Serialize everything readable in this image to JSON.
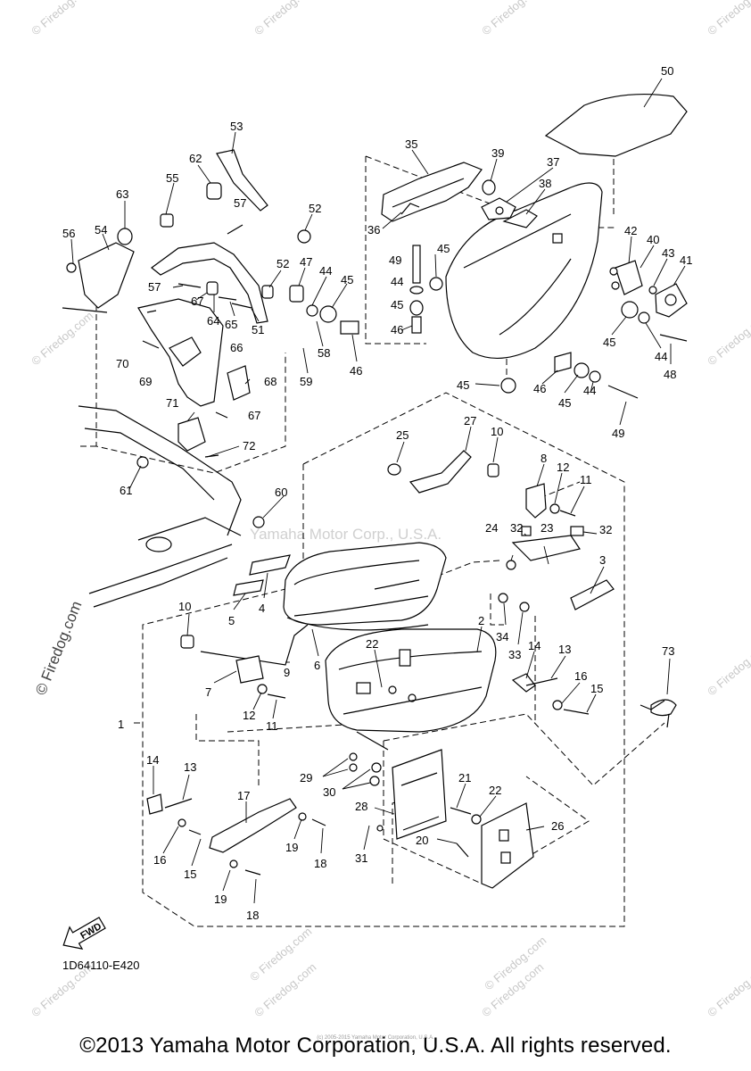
{
  "diagram": {
    "code": "1D64110-E420",
    "fwd_label": "FWD",
    "copyright": "©2013 Yamaha Motor Corporation, U.S.A. All rights reserved.",
    "tiny_credit": "(c) 2005-2015 Yamaha Motor Corporation, U.S.A.",
    "watermark_center": "Yamaha Motor Corp., U.S.A.",
    "watermark_side": "© Firedog.com",
    "watermark_small": "© Firedog.com",
    "callouts": [
      {
        "id": "c50",
        "label": "50"
      },
      {
        "id": "c53",
        "label": "53"
      },
      {
        "id": "c35",
        "label": "35"
      },
      {
        "id": "c39",
        "label": "39"
      },
      {
        "id": "c37",
        "label": "37"
      },
      {
        "id": "c38",
        "label": "38"
      },
      {
        "id": "c62",
        "label": "62"
      },
      {
        "id": "c55",
        "label": "55"
      },
      {
        "id": "c63",
        "label": "63"
      },
      {
        "id": "c57a",
        "label": "57"
      },
      {
        "id": "c52a",
        "label": "52"
      },
      {
        "id": "c36",
        "label": "36"
      },
      {
        "id": "c56",
        "label": "56"
      },
      {
        "id": "c54",
        "label": "54"
      },
      {
        "id": "c52b",
        "label": "52"
      },
      {
        "id": "c47",
        "label": "47"
      },
      {
        "id": "c44a",
        "label": "44"
      },
      {
        "id": "c49a",
        "label": "49"
      },
      {
        "id": "c45a",
        "label": "45"
      },
      {
        "id": "c42",
        "label": "42"
      },
      {
        "id": "c40",
        "label": "40"
      },
      {
        "id": "c43",
        "label": "43"
      },
      {
        "id": "c41",
        "label": "41"
      },
      {
        "id": "c57b",
        "label": "57"
      },
      {
        "id": "c67a",
        "label": "67"
      },
      {
        "id": "c64",
        "label": "64"
      },
      {
        "id": "c65",
        "label": "65"
      },
      {
        "id": "c51",
        "label": "51"
      },
      {
        "id": "c45b",
        "label": "45"
      },
      {
        "id": "c44b",
        "label": "44"
      },
      {
        "id": "c45c",
        "label": "45"
      },
      {
        "id": "c58",
        "label": "58"
      },
      {
        "id": "c46a",
        "label": "46"
      },
      {
        "id": "c46b",
        "label": "46"
      },
      {
        "id": "c45d",
        "label": "45"
      },
      {
        "id": "c44c",
        "label": "44"
      },
      {
        "id": "c48",
        "label": "48"
      },
      {
        "id": "c70",
        "label": "70"
      },
      {
        "id": "c66",
        "label": "66"
      },
      {
        "id": "c59",
        "label": "59"
      },
      {
        "id": "c69",
        "label": "69"
      },
      {
        "id": "c68",
        "label": "68"
      },
      {
        "id": "c45e",
        "label": "45"
      },
      {
        "id": "c46c",
        "label": "46"
      },
      {
        "id": "c45f",
        "label": "45"
      },
      {
        "id": "c44d",
        "label": "44"
      },
      {
        "id": "c71",
        "label": "71"
      },
      {
        "id": "c67b",
        "label": "67"
      },
      {
        "id": "c49b",
        "label": "49"
      },
      {
        "id": "c27",
        "label": "27"
      },
      {
        "id": "c25",
        "label": "25"
      },
      {
        "id": "c10a",
        "label": "10"
      },
      {
        "id": "c72",
        "label": "72"
      },
      {
        "id": "c8",
        "label": "8"
      },
      {
        "id": "c12a",
        "label": "12"
      },
      {
        "id": "c61",
        "label": "61"
      },
      {
        "id": "c11a",
        "label": "11"
      },
      {
        "id": "c60",
        "label": "60"
      },
      {
        "id": "c32a",
        "label": "32"
      },
      {
        "id": "c24",
        "label": "24"
      },
      {
        "id": "c23",
        "label": "23"
      },
      {
        "id": "c32b",
        "label": "32"
      },
      {
        "id": "c3",
        "label": "3"
      },
      {
        "id": "c4",
        "label": "4"
      },
      {
        "id": "c5",
        "label": "5"
      },
      {
        "id": "c10b",
        "label": "10"
      },
      {
        "id": "c2",
        "label": "2"
      },
      {
        "id": "c34",
        "label": "34"
      },
      {
        "id": "c6",
        "label": "6"
      },
      {
        "id": "c22a",
        "label": "22"
      },
      {
        "id": "c14a",
        "label": "14"
      },
      {
        "id": "c13a",
        "label": "13"
      },
      {
        "id": "c73",
        "label": "73"
      },
      {
        "id": "c33",
        "label": "33"
      },
      {
        "id": "c9",
        "label": "9"
      },
      {
        "id": "c7",
        "label": "7"
      },
      {
        "id": "c16a",
        "label": "16"
      },
      {
        "id": "c15a",
        "label": "15"
      },
      {
        "id": "c12b",
        "label": "12"
      },
      {
        "id": "c1",
        "label": "1"
      },
      {
        "id": "c11b",
        "label": "11"
      },
      {
        "id": "c14b",
        "label": "14"
      },
      {
        "id": "c13b",
        "label": "13"
      },
      {
        "id": "c29",
        "label": "29"
      },
      {
        "id": "c30",
        "label": "30"
      },
      {
        "id": "c21",
        "label": "21"
      },
      {
        "id": "c17",
        "label": "17"
      },
      {
        "id": "c22b",
        "label": "22"
      },
      {
        "id": "c28",
        "label": "28"
      },
      {
        "id": "c26",
        "label": "26"
      },
      {
        "id": "c20",
        "label": "20"
      },
      {
        "id": "c19a",
        "label": "19"
      },
      {
        "id": "c16b",
        "label": "16"
      },
      {
        "id": "c31",
        "label": "31"
      },
      {
        "id": "c18a",
        "label": "18"
      },
      {
        "id": "c15b",
        "label": "15"
      },
      {
        "id": "c19b",
        "label": "19"
      },
      {
        "id": "c18b",
        "label": "18"
      }
    ]
  }
}
